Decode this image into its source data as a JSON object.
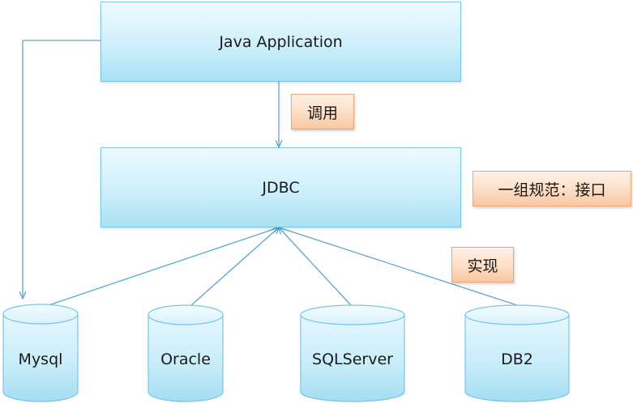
{
  "app_box": {
    "label": "Java Application"
  },
  "jdbc_box": {
    "label": "JDBC"
  },
  "notes": {
    "call": "调用",
    "spec": "一组规范：接口",
    "impl": "实现"
  },
  "databases": [
    "Mysql",
    "Oracle",
    "SQLServer",
    "DB2"
  ],
  "colors": {
    "box_fill": "#cdeffb",
    "box_border": "#7cc4e4",
    "note_fill": "#fde0c9",
    "note_border": "#e9a878",
    "arrow": "#5aa8c8"
  }
}
